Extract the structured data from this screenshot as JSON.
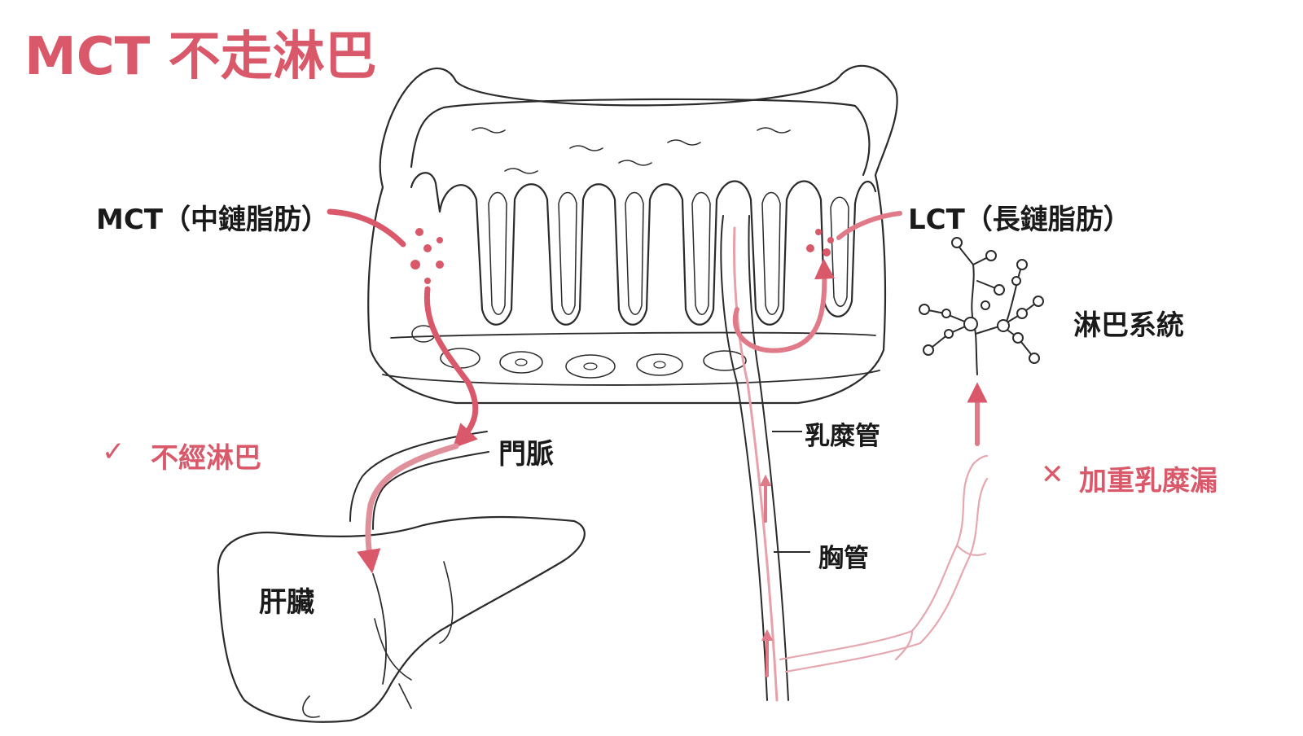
{
  "title": "MCT 不走淋巴",
  "labels": {
    "mct": "MCT（中鏈脂肪）",
    "lct": "LCT（長鏈脂肪）",
    "portal_vein": "門脈",
    "liver": "肝臟",
    "lacteal": "乳糜管",
    "thoracic_duct": "胸管",
    "lymphatic_system": "淋巴系統"
  },
  "notes": {
    "check_mark": "✓",
    "no_lymph": "不經淋巴",
    "cross_mark": "✕",
    "worsens_chylous_leak": "加重乳糜漏"
  },
  "colors": {
    "accent": "#d9596a",
    "accent_light": "#eaa3ad",
    "line": "#2b2b2b",
    "text": "#1a1a1a"
  }
}
